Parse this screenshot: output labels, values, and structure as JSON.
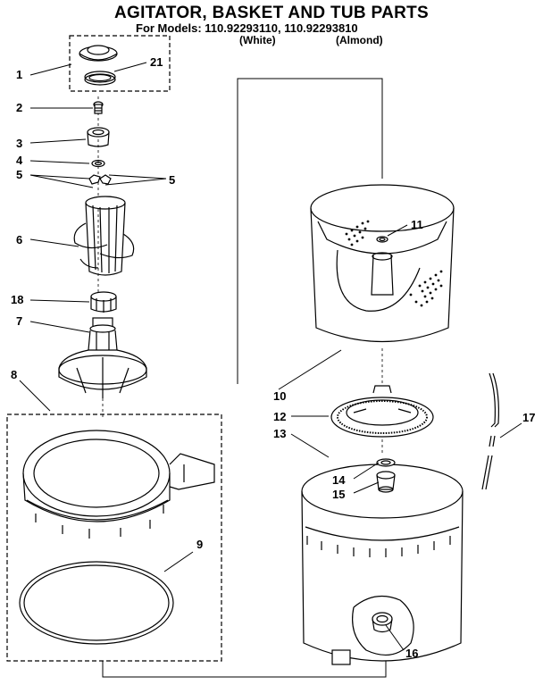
{
  "header": {
    "title": "AGITATOR, BASKET AND TUB PARTS",
    "models_line": "For Models: 110.92293110, 110.92293810",
    "color_white": "(White)",
    "color_almond": "(Almond)"
  },
  "callouts": {
    "c1": "1",
    "c2": "2",
    "c3": "3",
    "c4": "4",
    "c5a": "5",
    "c5b": "5",
    "c6": "6",
    "c7": "7",
    "c8": "8",
    "c9": "9",
    "c10": "10",
    "c11": "11",
    "c12": "12",
    "c13": "13",
    "c14": "14",
    "c15": "15",
    "c16": "16",
    "c17": "17",
    "c18": "18",
    "c21": "21"
  }
}
